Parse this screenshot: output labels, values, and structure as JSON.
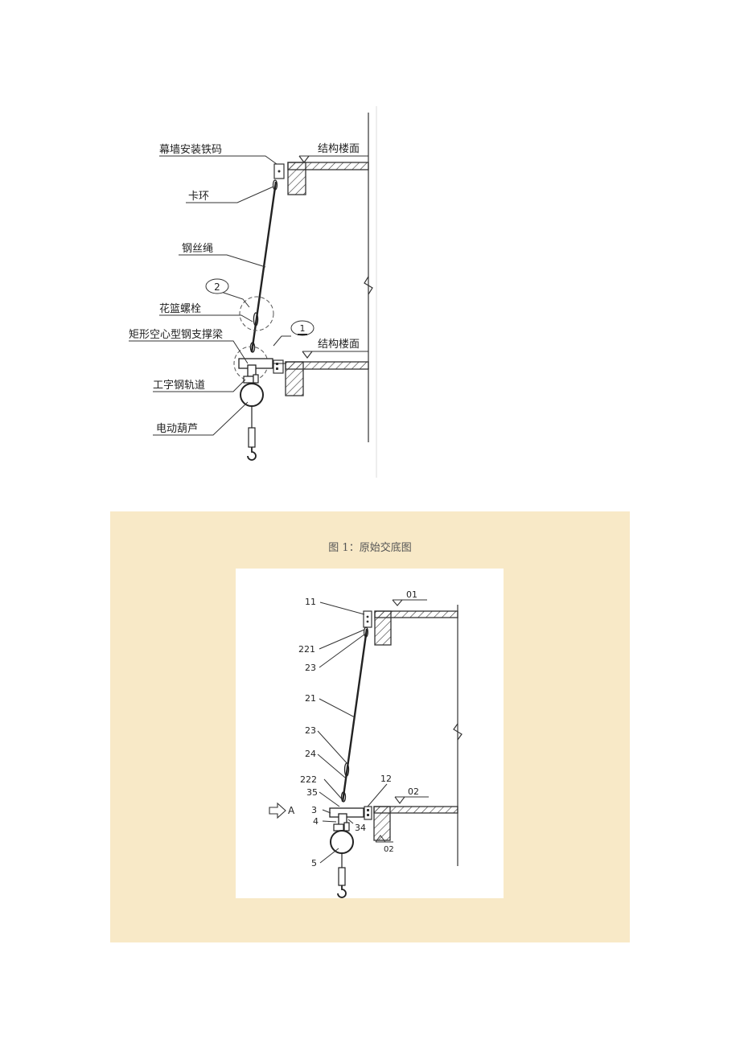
{
  "figure_top": {
    "labels": {
      "bracket": "幕墙安装铁码",
      "shackle": "卡环",
      "wire_rope": "钢丝绳",
      "turnbuckle": "花篮螺栓",
      "support_beam": "矩形空心型钢支撑梁",
      "i_beam_track": "工字钢轨道",
      "hoist": "电动葫芦",
      "floor_upper": "结构楼面",
      "floor_lower": "结构楼面",
      "detail_1": "1",
      "detail_2": "2"
    }
  },
  "caption": {
    "text": "图 1：原始交底图"
  },
  "figure_bottom": {
    "labels": {
      "n11": "11",
      "n221": "221",
      "n23a": "23",
      "n21": "21",
      "n23b": "23",
      "n24": "24",
      "n222": "222",
      "n35": "35",
      "n3": "3",
      "n4": "4",
      "n34": "34",
      "n5": "5",
      "n12": "12",
      "n01": "01",
      "n02": "02",
      "n02b": "02",
      "viewA": "A"
    }
  }
}
